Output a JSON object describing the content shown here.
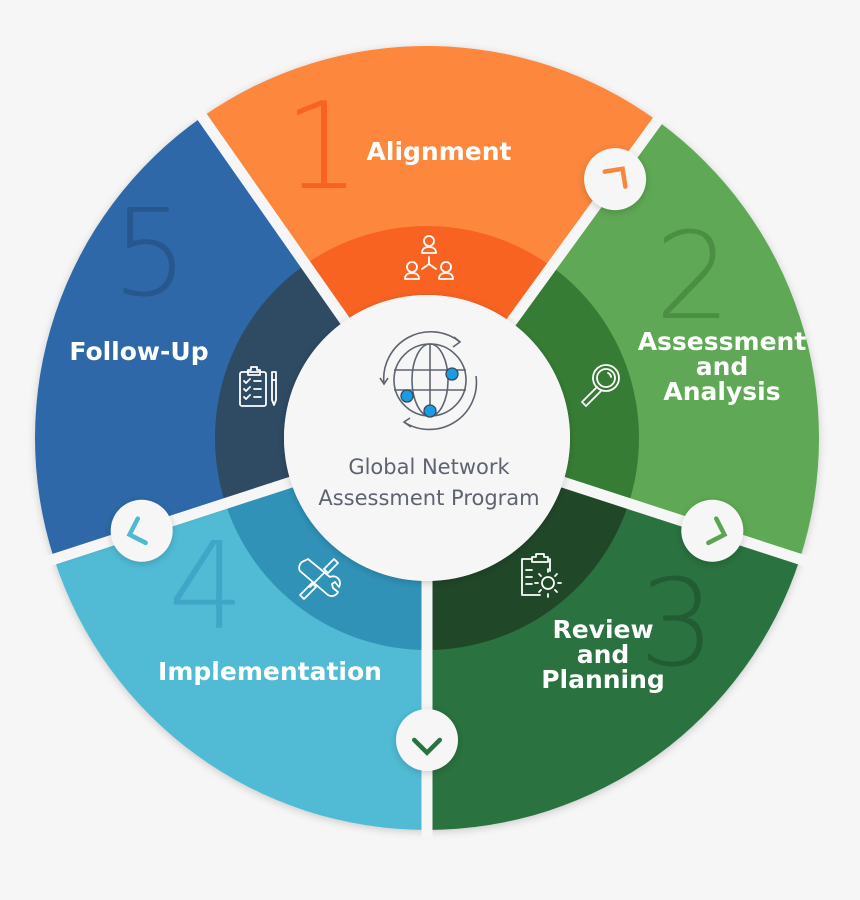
{
  "diagram": {
    "center": {
      "title_line1": "Global Network",
      "title_line2": "Assessment Program",
      "icon": "globe-network-cycle-icon",
      "icon_color": "#5d6470",
      "node_color": "#1a9be6"
    },
    "steps": [
      {
        "number": "1",
        "label_lines": [
          "Alignment"
        ],
        "icon": "people-network-icon",
        "outer_color": "#fd873d",
        "inner_color": "#f96321",
        "number_color": "#f96321",
        "connector_color": "#f7873c"
      },
      {
        "number": "2",
        "label_lines": [
          "Assessment",
          "and",
          "Analysis"
        ],
        "icon": "magnifier-icon",
        "outer_color": "#5fa855",
        "inner_color": "#377c35",
        "number_color": "#4a8f42",
        "connector_color": "#5aa54f"
      },
      {
        "number": "3",
        "label_lines": [
          "Review",
          "and",
          "Planning"
        ],
        "icon": "clipboard-gear-icon",
        "outer_color": "#2b7241",
        "inner_color": "#214729",
        "number_color": "#225c33",
        "connector_color": "#2b7241"
      },
      {
        "number": "4",
        "label_lines": [
          "Implementation"
        ],
        "icon": "wrench-screwdriver-icon",
        "outer_color": "#51bbd5",
        "inner_color": "#3192b8",
        "number_color": "#3fa6c8",
        "connector_color": "#4fb8d3"
      },
      {
        "number": "5",
        "label_lines": [
          "Follow-Up"
        ],
        "icon": "checklist-pen-icon",
        "outer_color": "#2f68a8",
        "inner_color": "#2f4a63",
        "number_color": "#27578f",
        "connector_color": null
      }
    ]
  }
}
